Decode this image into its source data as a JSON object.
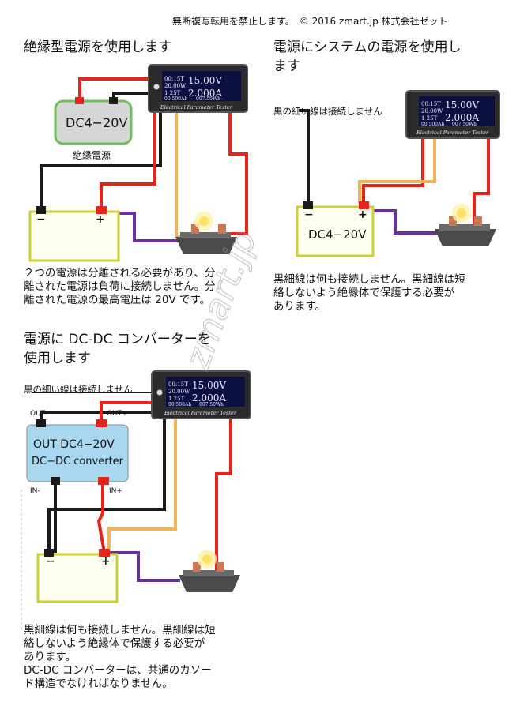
{
  "header": "無断複写転用を禁止します。　© 2016 zmart.jp 株式会社ゼット",
  "watermark": "zmart.jp",
  "meter": {
    "time": "00:15T",
    "cap": "20.00W",
    "mode": "1  25T",
    "voltage": "15.00V",
    "current": "2.000A",
    "small_a": "00.500Ah",
    "small_b": "007.50Wh",
    "brand": "Electrical Parameter Tester"
  },
  "section1": {
    "title": "絶縁型電源を使用します",
    "supply_label": "DC4−20V",
    "supply_caption": "絶縁電源",
    "battery_minus": "−",
    "battery_plus": "+",
    "description_lines": [
      "２つの電源は分離される必要があり、分",
      "離された電源は負荷に接続しません。分",
      "離された電源の最高電圧は 20V です。"
    ]
  },
  "section2": {
    "title_lines": [
      "電源にシステムの電源を使用し",
      "ます"
    ],
    "note": "黒の細い線は接続しません",
    "battery_label": "DC4−20V",
    "battery_minus": "−",
    "battery_plus": "+",
    "description_lines": [
      "黒細線は何も接続しません。黒細線は短",
      "絡しないよう絶縁体で保護する必要が",
      "あります。"
    ]
  },
  "section3": {
    "title_lines": [
      "電源に DC-DC コンバーターを",
      "使用します"
    ],
    "note": "黒の細い線は接続しません",
    "out_minus": "OUT-",
    "out_plus": "OUT+",
    "in_minus": "IN-",
    "in_plus": "IN+",
    "converter_line1": "OUT DC4−20V",
    "converter_line2": "DC−DC converter",
    "battery_minus": "−",
    "battery_plus": "+",
    "description_lines": [
      "黒細線は何も接続しません。黒細線は短",
      "絡しないよう絶縁体で保護する必要が",
      "あります。",
      "DC-DC コンバーターは、共通のカソー",
      "ド構造でなければなりません。"
    ]
  },
  "colors": {
    "wire_red": "#e8231c",
    "wire_black": "#1a1a1a",
    "wire_orange": "#f0b45a",
    "wire_purple": "#6b2fa0",
    "battery_border": "#cfcf3a",
    "battery_fill": "#fffff2",
    "converter_fill": "#a9d7ef",
    "isolated_border": "#6fbf5a"
  }
}
